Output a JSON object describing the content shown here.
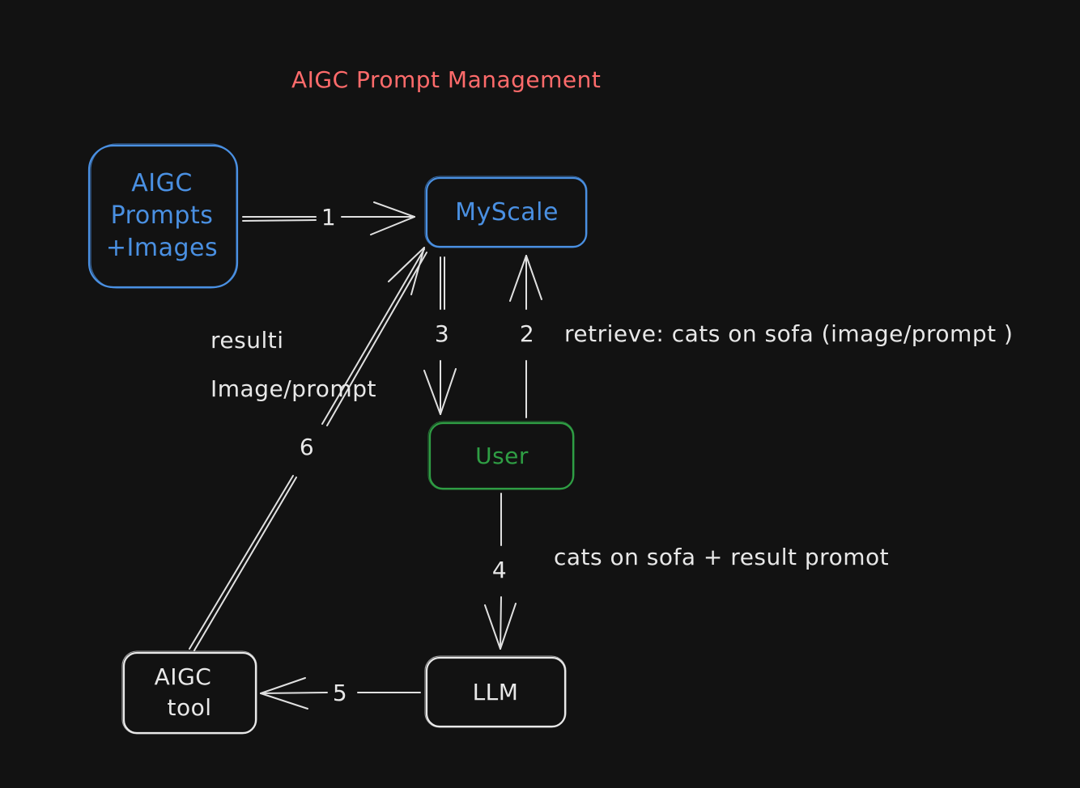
{
  "title": "AIGC Prompt Management",
  "nodes": {
    "source": {
      "lines": [
        "AIGC",
        "Prompts",
        "+Images"
      ],
      "color": "#4a90e2"
    },
    "myscale": {
      "label": "MyScale",
      "color": "#4a90e2"
    },
    "user": {
      "label": "User",
      "color": "#2f9e44"
    },
    "llm": {
      "label": "LLM",
      "color": "#e8e8e8"
    },
    "tool": {
      "lines": [
        "AIGC",
        "tool"
      ],
      "color": "#e8e8e8"
    }
  },
  "edges": {
    "e1": "1",
    "e2": "2",
    "e3": "3",
    "e4": "4",
    "e5": "5",
    "e6": "6"
  },
  "annotations": {
    "retrieve": "retrieve: cats on sofa (image/prompt )",
    "result_line1": "resulti",
    "result_line2": "Image/prompt",
    "llm_input": "cats on sofa + result promot"
  }
}
